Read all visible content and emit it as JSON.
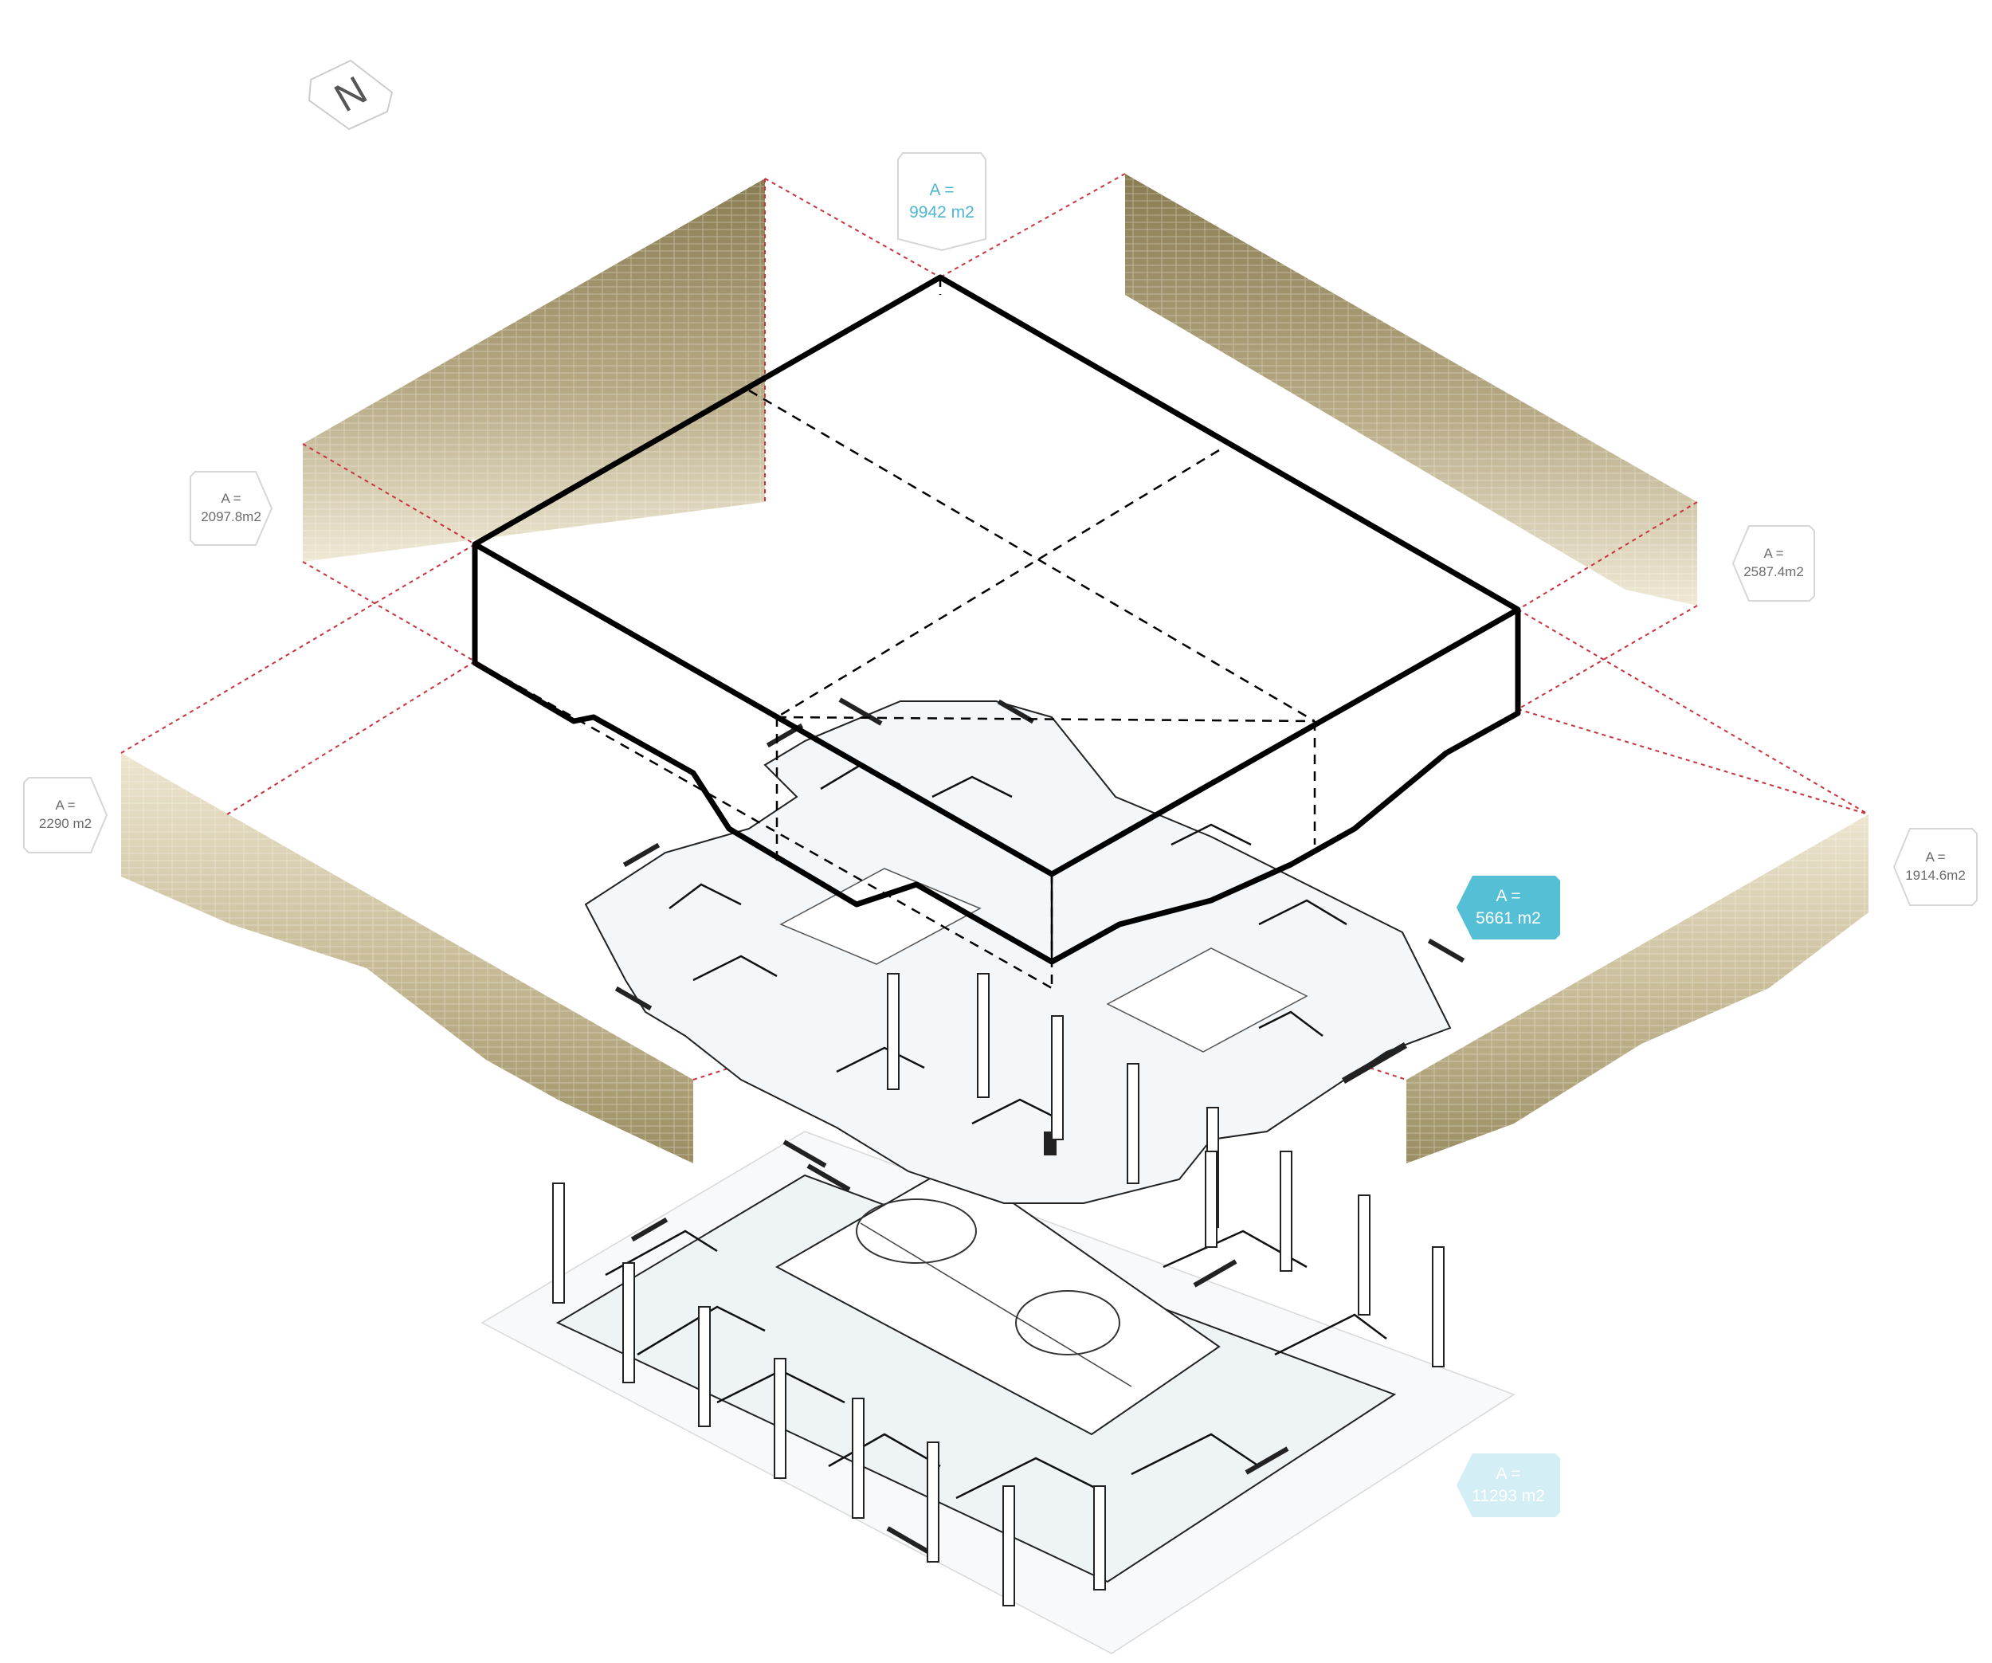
{
  "north_label": "N",
  "area_labels": {
    "roof": {
      "prefix": "A =",
      "value": "9942 m2"
    },
    "nw": {
      "prefix": "A =",
      "value": "2097.8m2"
    },
    "ne": {
      "prefix": "A =",
      "value": "2587.4m2"
    },
    "w": {
      "prefix": "A =",
      "value": "2290 m2"
    },
    "e": {
      "prefix": "A =",
      "value": "1914.6m2"
    },
    "upper": {
      "prefix": "A =",
      "value": "5661 m2"
    },
    "ground": {
      "prefix": "A =",
      "value": "11293 m2"
    }
  },
  "colors": {
    "facade_dark": "#8a7c52",
    "facade_light": "#ece4ce",
    "guide_red": "#c8323c",
    "highlight": "#55bfd6",
    "highlight_faded": "#d3eef5",
    "teal_text": "#4fb6cf",
    "outline": "#000000"
  }
}
